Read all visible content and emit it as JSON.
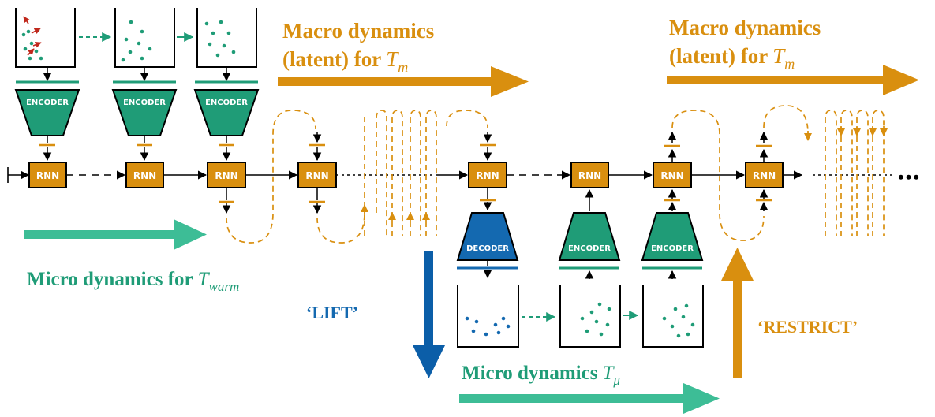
{
  "labels": {
    "macro_left_line1": "Macro dynamics",
    "macro_left_line2": "(latent) for",
    "macro_right_line1": "Macro dynamics",
    "macro_right_line2": "(latent) for",
    "macro_var": "T",
    "macro_sub": "m",
    "micro_warm_text": "Micro dynamics for",
    "micro_warm_var": "T",
    "micro_warm_sub": "warm",
    "micro_mu_text": "Micro dynamics",
    "micro_mu_var": "T",
    "micro_mu_sub": "μ",
    "lift": "‘LIFT’",
    "restrict": "‘RESTRICT’",
    "ellipsis": "•••"
  },
  "blocks": {
    "rnn": "RNN",
    "encoder": "ENCODER",
    "decoder": "DECODER"
  },
  "colors": {
    "green": "#1f9c77",
    "light_green": "#3dbd96",
    "orange": "#d98f0f",
    "blue": "#1469b0",
    "dark_blue": "#0b5ea8"
  }
}
